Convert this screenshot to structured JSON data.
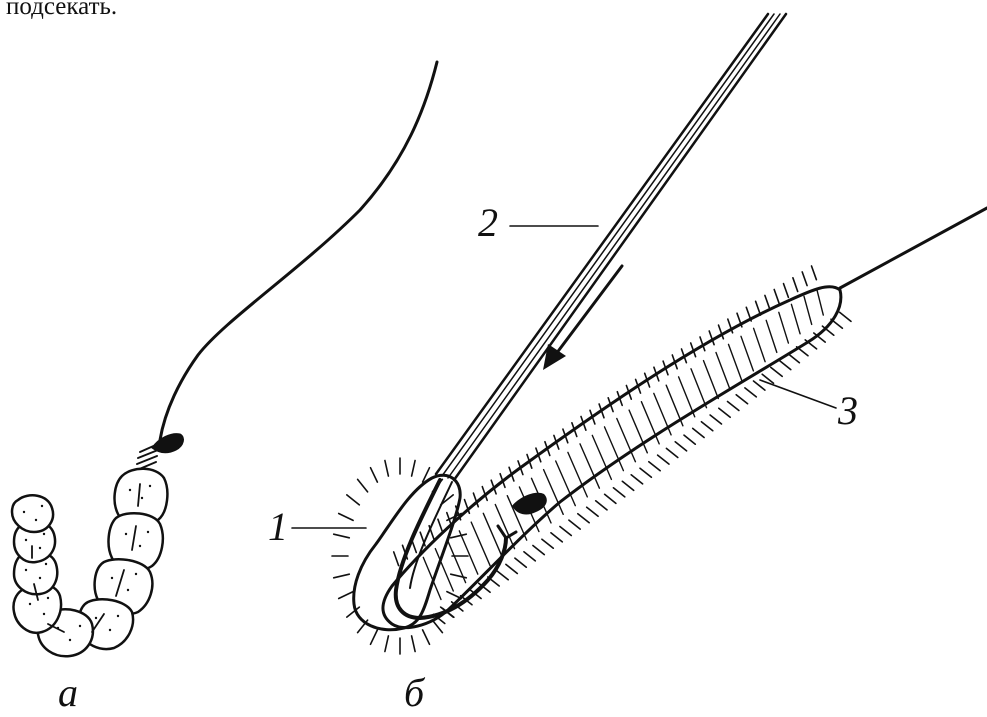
{
  "top_text": "подсекать.",
  "labels": {
    "one": "1",
    "two": "2",
    "three": "3"
  },
  "captions": {
    "a": "а",
    "b": "б"
  },
  "colors": {
    "ink": "#111111",
    "paper": "#ffffff"
  }
}
